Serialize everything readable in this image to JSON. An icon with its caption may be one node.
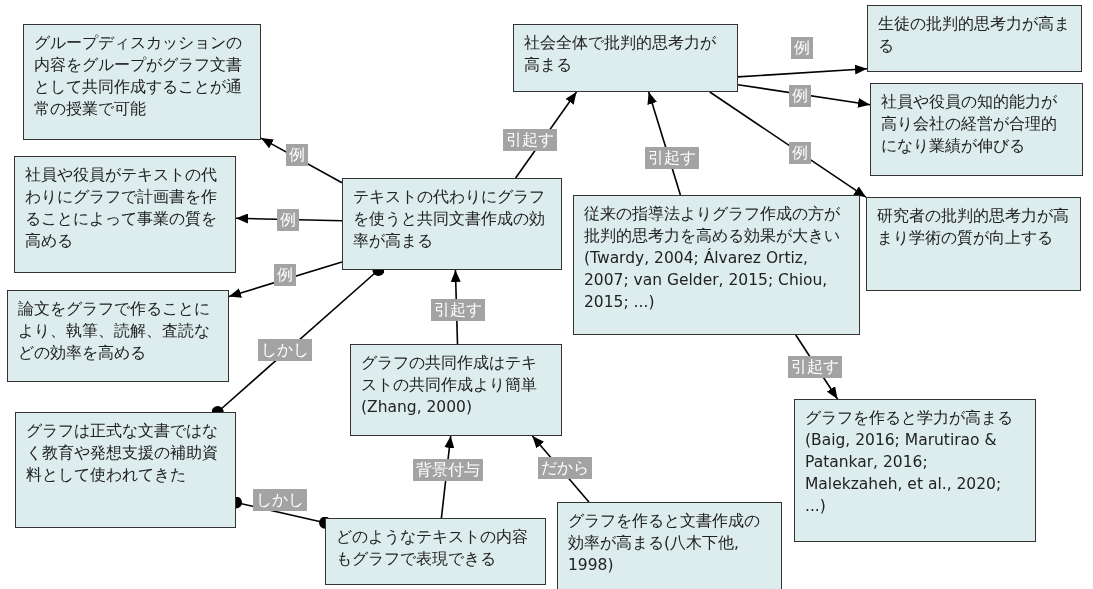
{
  "diagram": {
    "nodes": [
      {
        "text": [
          "社会全体で批判的思考力が高まる"
        ]
      },
      {
        "text": [
          "生徒の批判的思考力が高まる"
        ]
      },
      {
        "text": [
          "グループディスカッションの内容をグループがグラフ文書として共同作成することが通常の授業で可能"
        ]
      },
      {
        "text": [
          "社員や役員の知的能力が高り会社の経営が合理的になり業績が伸びる"
        ]
      },
      {
        "text": [
          "社員や役員がテキストの代わりにグラフで計画書を作ることによって事業の質を高める"
        ]
      },
      {
        "text": [
          "テキストの代わりにグラフを使うと共同文書作成の効率が高まる"
        ]
      },
      {
        "text": [
          "従来の指導法よりグラフ作成の方が批判的思考力を高める効果が大きい(Twardy, 2004; Álvarez Ortiz, 2007; van Gelder, 2015; Chiou, 2015; ...)"
        ]
      },
      {
        "text": [
          "研究者の批判的思考力が高まり学術の質が向上する"
        ]
      },
      {
        "text": [
          "論文をグラフで作ることにより、執筆、読解、査読などの効率を高める"
        ]
      },
      {
        "text": [
          "グラフの共同作成はテキストの共同作成より簡単(Zhang, 2000)"
        ]
      },
      {
        "text": [
          "グラフは正式な文書ではなく教育や発想支援の補助資料として使われてきた"
        ]
      },
      {
        "text": [
          "グラフを作ると学力が高まる(Baig, 2016; Marutirao & Patankar, 2016; Malekzaheh, et al., 2020; ...)"
        ]
      },
      {
        "text": [
          "どのようなテキストの内容もグラフで表現できる"
        ]
      },
      {
        "text": [
          "グラフを作ると文書作成の効率が高まる(八木下他, 1998)"
        ]
      }
    ],
    "edges": [
      {
        "from": 5,
        "to": 0,
        "arrow": "to",
        "label": "引起す"
      },
      {
        "from": 6,
        "to": 0,
        "arrow": "to",
        "label": "引起す"
      },
      {
        "from": 0,
        "to": 1,
        "arrow": "to",
        "label": "例"
      },
      {
        "from": 0,
        "to": 3,
        "arrow": "to",
        "label": "例"
      },
      {
        "from": 0,
        "to": 7,
        "arrow": "to",
        "label": "例"
      },
      {
        "from": 5,
        "to": 2,
        "arrow": "to",
        "label": "例"
      },
      {
        "from": 5,
        "to": 4,
        "arrow": "to",
        "label": "例"
      },
      {
        "from": 5,
        "to": 8,
        "arrow": "to",
        "label": "例"
      },
      {
        "from": 9,
        "to": 5,
        "arrow": "to",
        "label": "引起す"
      },
      {
        "from": 10,
        "to": 5,
        "arrow": "other",
        "label": "しかし"
      },
      {
        "from": 10,
        "to": 12,
        "arrow": "other",
        "label": "しかし"
      },
      {
        "from": 12,
        "to": 9,
        "arrow": "to",
        "label": "背景付与"
      },
      {
        "from": 13,
        "to": 9,
        "arrow": "to",
        "label": "だから"
      },
      {
        "from": 6,
        "to": 11,
        "arrow": "to",
        "label": "引起す"
      }
    ]
  }
}
